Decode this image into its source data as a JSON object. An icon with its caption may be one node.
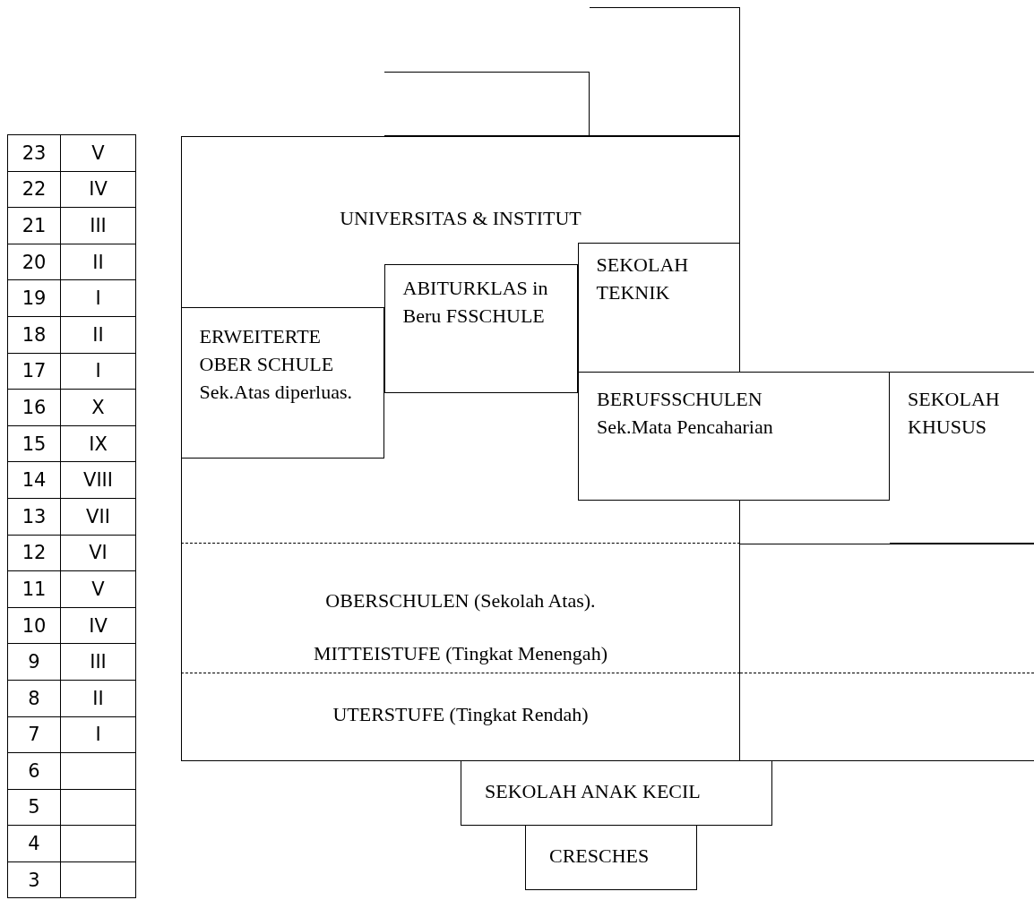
{
  "diagram": {
    "nodes": [
      {
        "text": [],
        "shape": "box"
      },
      {
        "text": [],
        "shape": "box"
      },
      {
        "text": [
          "UNIVERSITAS & INSTITUT"
        ]
      },
      {
        "text": [
          "ERWEITERTE OBER SCHULE Sek.Atas diperluas."
        ],
        "in": 2
      },
      {
        "text": [
          "ABITURKLAS in Beru FSSCHULE"
        ],
        "in": 2
      },
      {
        "text": [
          "SEKOLAH TEKNIK"
        ],
        "in": 2
      },
      {
        "text": [
          "BERUFSSCHULEN Sek.Mata Pencaharian"
        ]
      },
      {
        "text": [
          "SEKOLAH KHUSUS"
        ]
      },
      {
        "text": [
          "OBERSCHULEN (Sekolah Atas).",
          "MITTEISTUFE (Tingkat Menengah)"
        ]
      },
      {
        "text": [
          "UTERSTUFE (Tingkat Rendah)"
        ]
      },
      {
        "text": [],
        "shape": "box"
      },
      {
        "text": [],
        "shape": "box"
      },
      {
        "text": [
          "SEKOLAH ANAK KECIL"
        ]
      },
      {
        "text": [
          "CRESCHES"
        ]
      }
    ],
    "labels": [
      "23",
      "V",
      "22",
      "IV",
      "21",
      "III",
      "20",
      "II",
      "19",
      "I",
      "18",
      "II",
      "17",
      "I",
      "16",
      "X",
      "15",
      "IX",
      "14",
      "VIII",
      "13",
      "VII",
      "12",
      "VI",
      "11",
      "V",
      "10",
      "IV",
      "9",
      "III",
      "8",
      "II",
      "7",
      "I",
      "6",
      "5",
      "4",
      "3"
    ]
  }
}
